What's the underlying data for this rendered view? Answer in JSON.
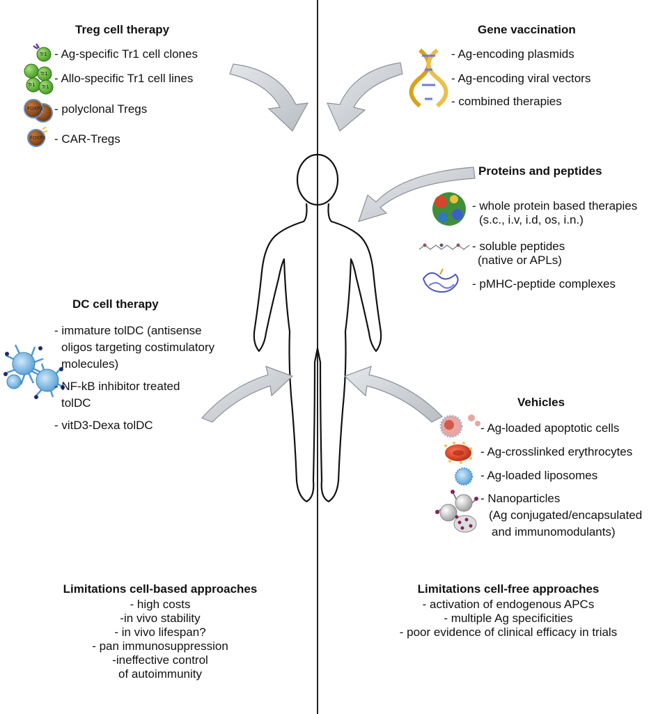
{
  "treg": {
    "title": "Treg cell therapy",
    "items": [
      "- Ag-specific Tr1 cell clones",
      "- Allo-specific Tr1 cell lines",
      "- polyclonal Tregs",
      "- CAR-Tregs"
    ],
    "cell_tr1": "Tr1",
    "cell_foxp3": "FOXP3"
  },
  "gene": {
    "title": "Gene vaccination",
    "items": [
      "- Ag-encoding plasmids",
      "- Ag-encoding viral vectors",
      "- combined therapies"
    ]
  },
  "proteins": {
    "title": "Proteins and peptides",
    "items": [
      "- whole protein based therapies",
      "(s.c., i.v, i.d, os, i.n.)",
      "- soluble peptides",
      "(native or APLs)",
      "- pMHC-peptide complexes"
    ]
  },
  "dc": {
    "title": "DC cell therapy",
    "items": [
      "- immature tolDC (antisense",
      "oligos targeting costimulatory",
      "molecules)",
      "- NF-kB inhibitor treated",
      "tolDC",
      "- vitD3-Dexa tolDC"
    ]
  },
  "vehicles": {
    "title": "Vehicles",
    "items": [
      "- Ag-loaded apoptotic cells",
      "- Ag-crosslinked erythrocytes",
      "- Ag-loaded liposomes",
      "- Nanoparticles",
      "(Ag conjugated/encapsulated",
      "and immunomodulants)"
    ]
  },
  "limits_cell": {
    "title": "Limitations cell-based approaches",
    "items": [
      "- high costs",
      "-in vivo stability",
      "- in vivo lifespan?",
      "- pan immunosuppression",
      "-ineffective control",
      "of autoimmunity"
    ]
  },
  "limits_free": {
    "title": "Limitations cell-free approaches",
    "items": [
      "- activation of endogenous APCs",
      "- multiple Ag specificities",
      "- poor evidence of clinical efficacy in trials"
    ]
  },
  "colors": {
    "arrow_fill": "#c8cdd3",
    "arrow_stroke": "#8a9098",
    "tr1_green": "#6cbf3a",
    "treg_brown": "#8a4a1c",
    "dc_blue": "#5aa7dc",
    "erythrocyte_red": "#d93a1f"
  }
}
